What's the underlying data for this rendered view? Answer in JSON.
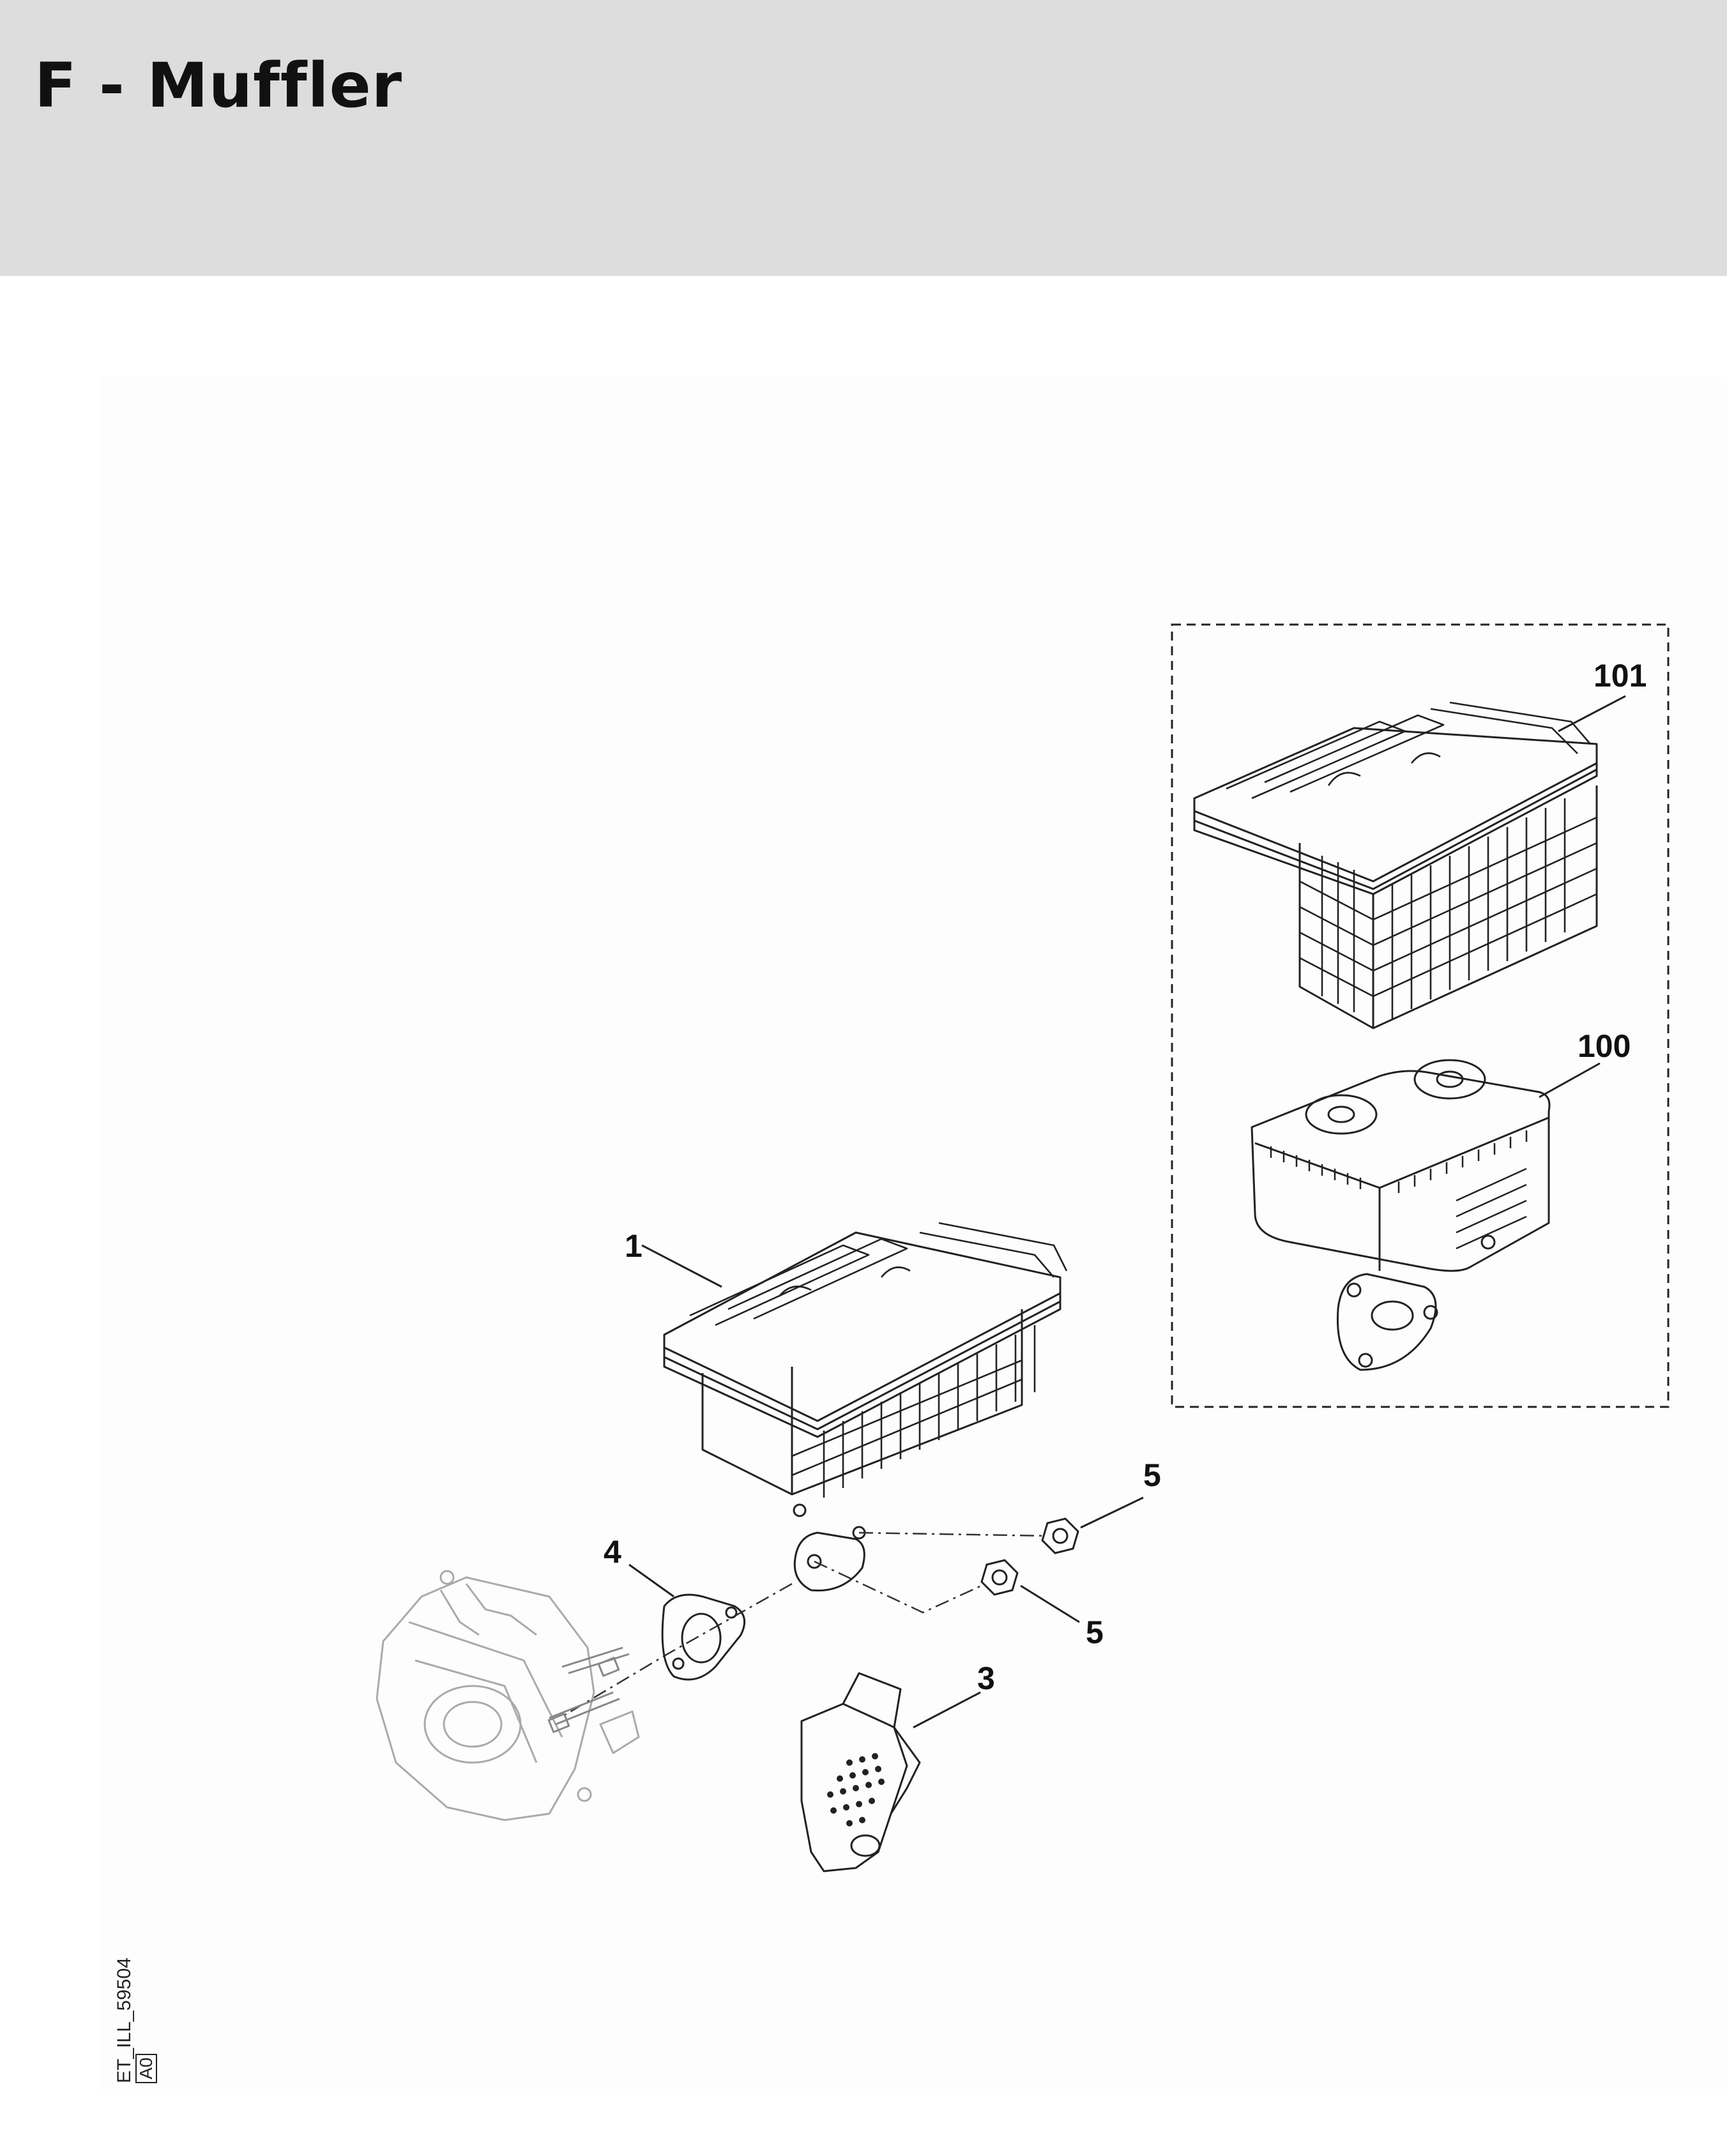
{
  "page": {
    "title": "F - Muffler"
  },
  "diagram": {
    "callouts": [
      "1",
      "3",
      "4",
      "5",
      "5",
      "100",
      "101"
    ]
  },
  "footer": {
    "ref_code": "ET_ILL_59504",
    "rev_code": "A0"
  }
}
